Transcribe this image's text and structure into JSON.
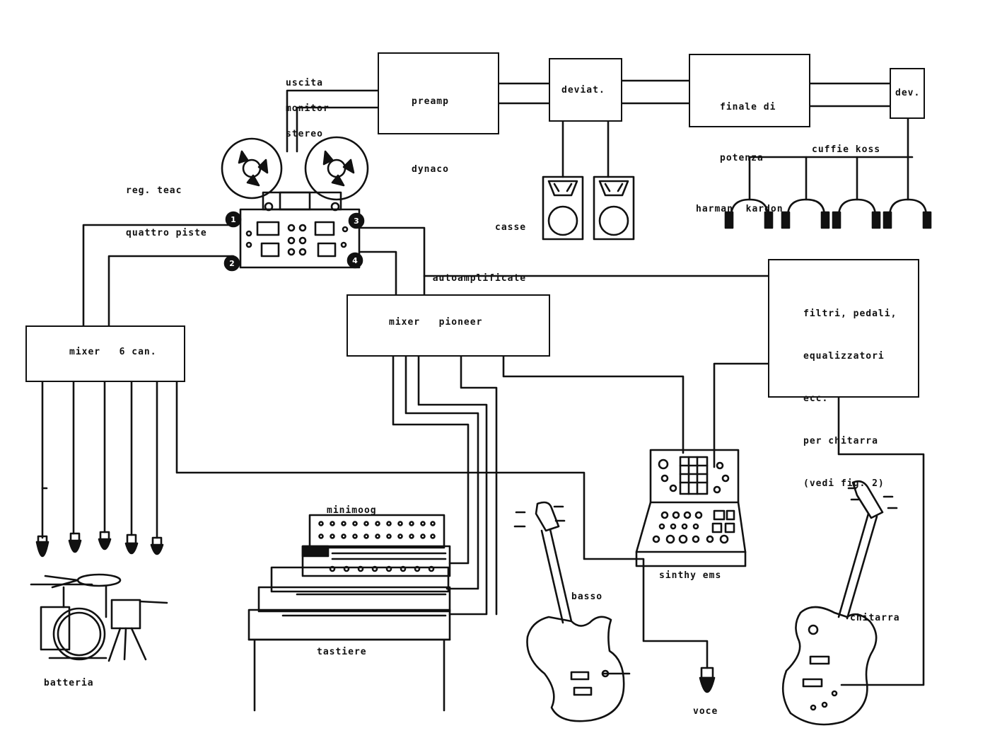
{
  "boxes": {
    "preamp": {
      "line1": "preamp",
      "line2": "dynaco"
    },
    "deviat": {
      "label": "deviat."
    },
    "finale": {
      "line1": "finale di",
      "line2": "potenza",
      "line3": "harman  kardon"
    },
    "dev": {
      "label": "dev."
    },
    "mixer6": {
      "label": "mixer   6 can."
    },
    "pioneer": {
      "label": "mixer   pioneer"
    },
    "filtri": {
      "line1": "filtri, pedali,",
      "line2": "equalizzatori",
      "line3": "ecc.",
      "line4": "per chitarra",
      "line5": "(vedi fig. 2)"
    }
  },
  "labels": {
    "uscita": [
      "uscita",
      "monitor",
      "stereo"
    ],
    "teac": [
      "reg. teac",
      "quattro piste"
    ],
    "casse": [
      "casse",
      "autoamplificate"
    ],
    "cuffie": "cuffie koss",
    "minimoog": "minimoog",
    "tastiere": "tastiere",
    "batteria": "batteria",
    "basso": "basso",
    "voce": "voce",
    "sinthy": "sinthy ems",
    "chitarra": "chitarra"
  },
  "track_numbers": [
    "1",
    "2",
    "3",
    "4"
  ],
  "icons": [
    "tape-recorder-icon",
    "speaker-icon",
    "headphones-icon",
    "microphone-icon",
    "drum-kit-icon",
    "keyboard-stack-icon",
    "bass-guitar-icon",
    "electric-guitar-icon",
    "synth-ems-icon"
  ]
}
